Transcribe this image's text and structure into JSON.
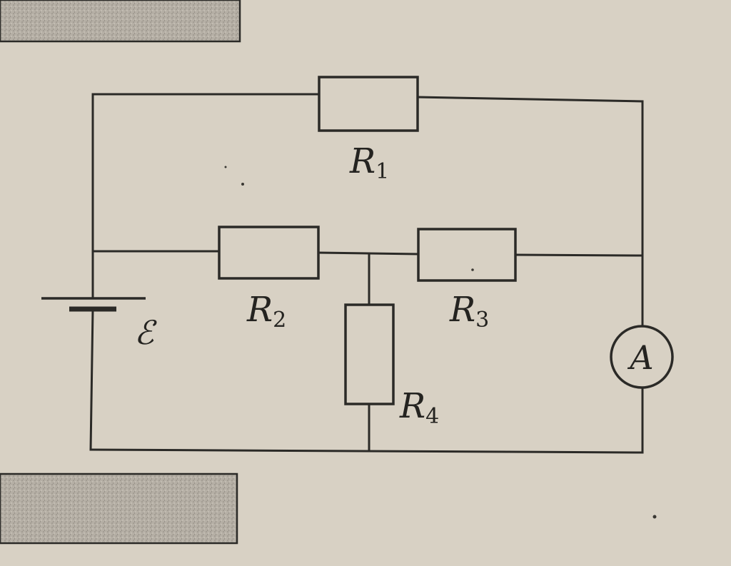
{
  "labels": {
    "r1": {
      "main": "R",
      "sub": "1"
    },
    "r2": {
      "main": "R",
      "sub": "2"
    },
    "r3": {
      "main": "R",
      "sub": "3"
    },
    "r4": {
      "main": "R",
      "sub": "4"
    },
    "emf": "ℰ",
    "ammeter": "A"
  },
  "colors": {
    "paper": "#d8d1c4",
    "ink": "#2b2a27",
    "gray_block": "#b3ada3"
  }
}
